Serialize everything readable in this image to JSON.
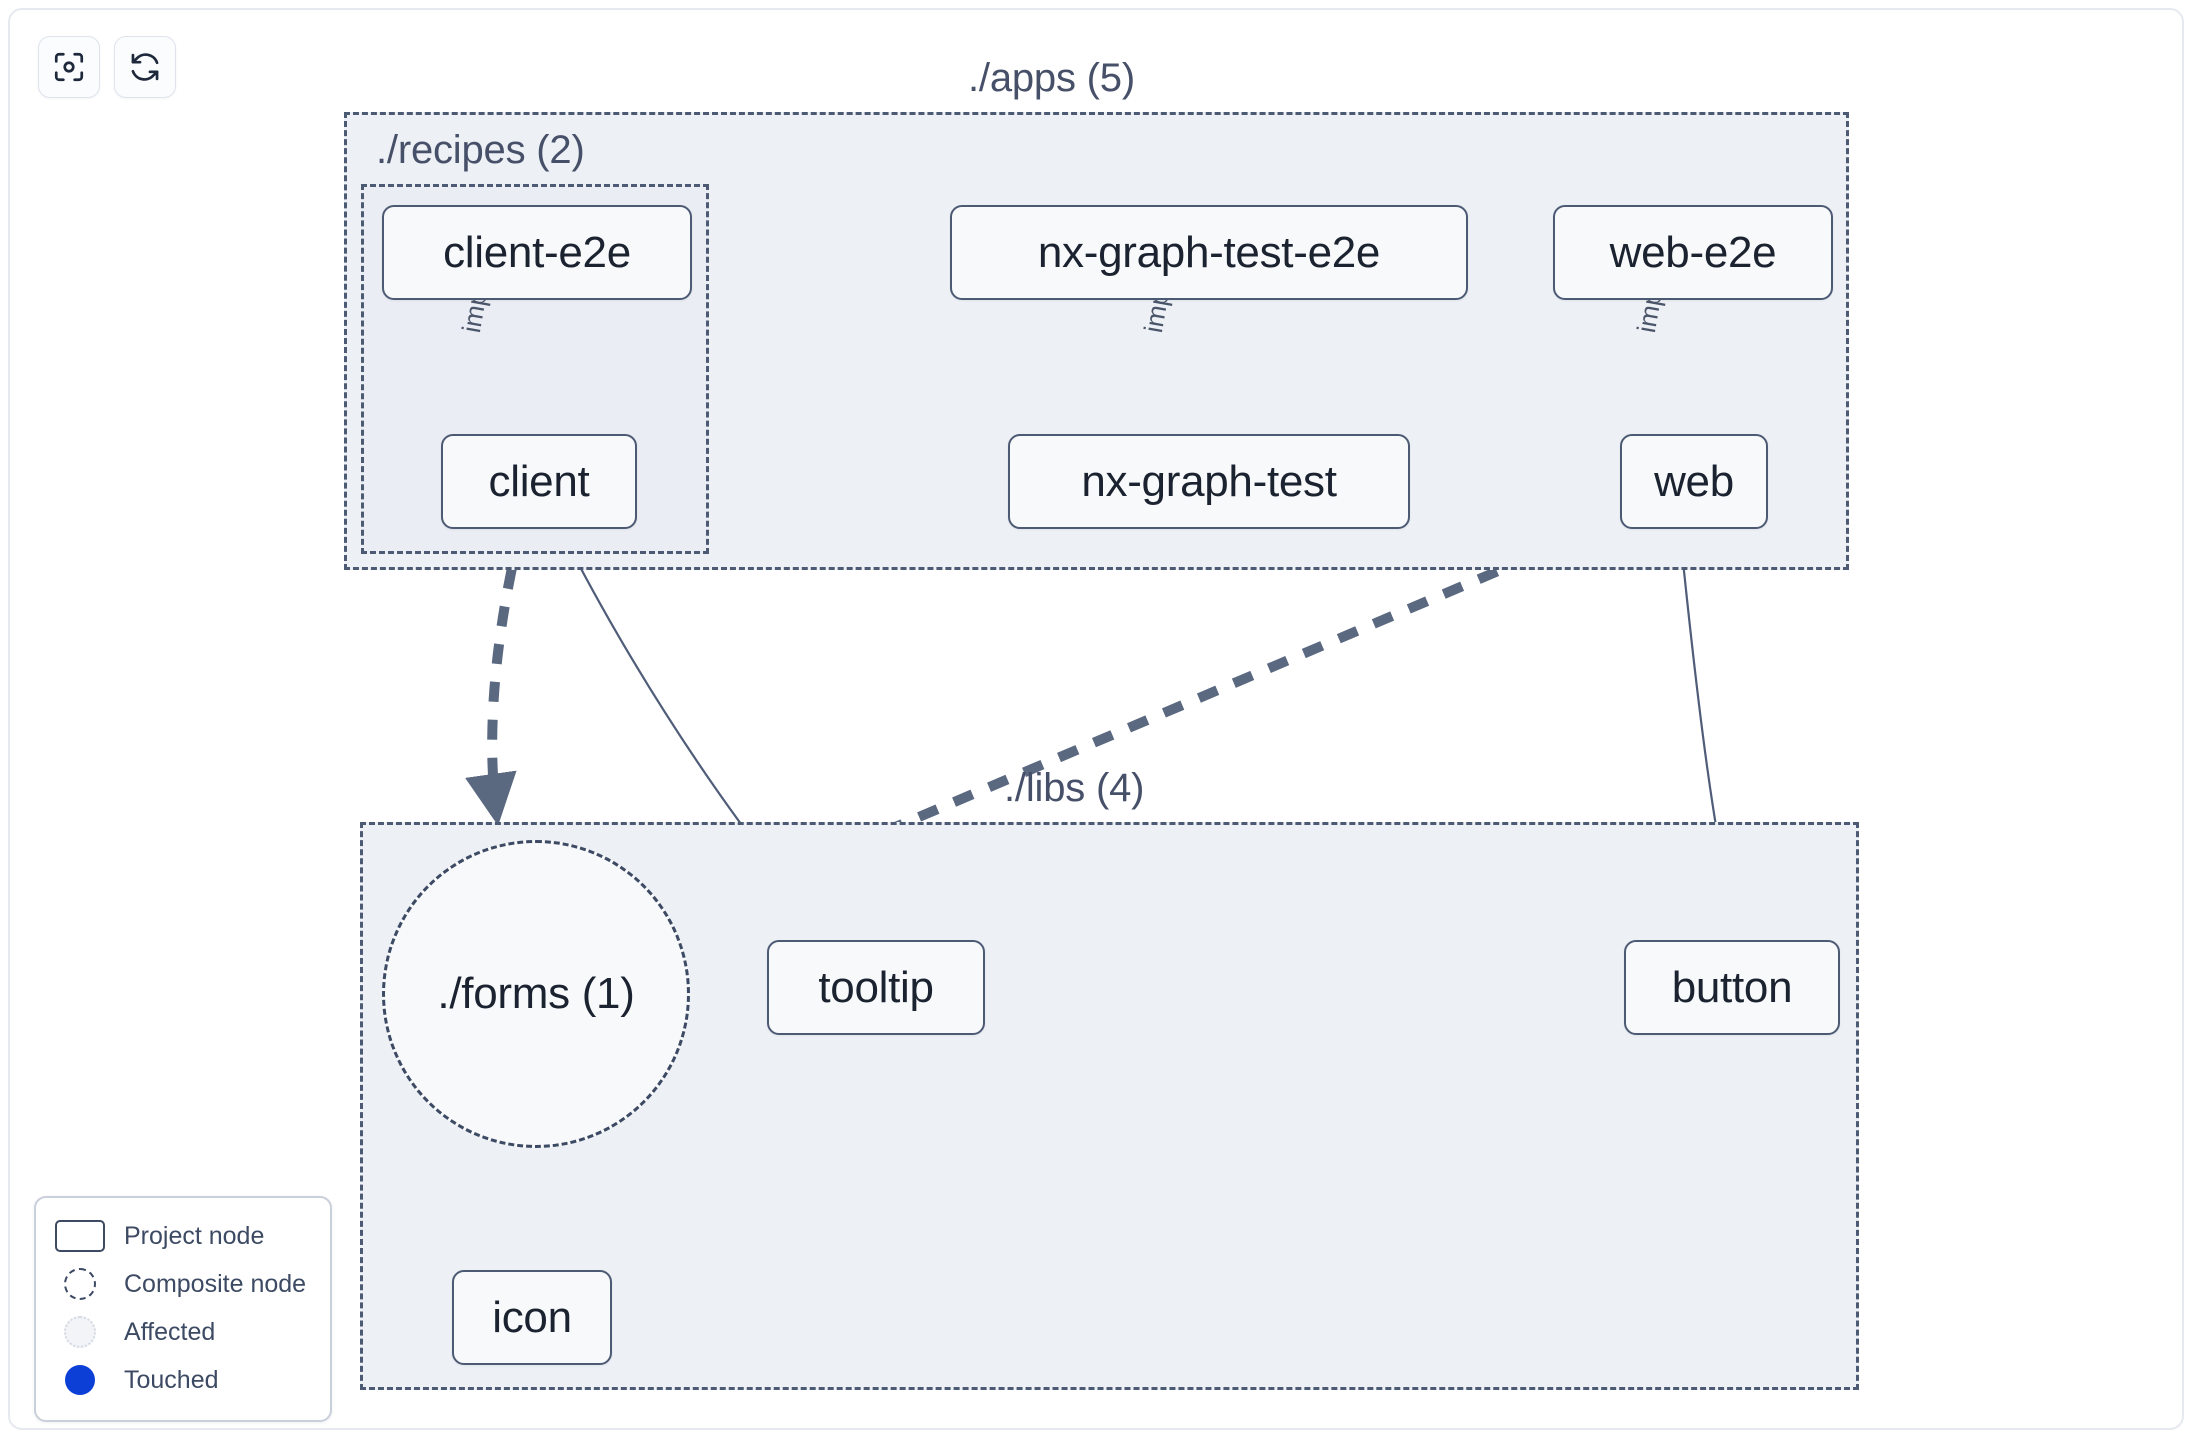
{
  "toolbar": {
    "buttons": [
      {
        "name": "focus-graph-button",
        "icon": "focus-target-icon",
        "title": "Focus graph"
      },
      {
        "name": "refresh-graph-button",
        "icon": "refresh-icon",
        "title": "Refresh graph"
      }
    ]
  },
  "graph": {
    "groups": [
      {
        "id": "apps",
        "label": "./apps (5)",
        "count": 5
      },
      {
        "id": "recipes",
        "label": "./recipes (2)",
        "count": 2
      },
      {
        "id": "libs",
        "label": "./libs (4)",
        "count": 4
      }
    ],
    "composites": [
      {
        "id": "forms",
        "label": "./forms (1)",
        "count": 1
      }
    ],
    "nodes": [
      {
        "id": "client-e2e",
        "label": "client-e2e",
        "group": "recipes"
      },
      {
        "id": "nx-graph-test-e2e",
        "label": "nx-graph-test-e2e",
        "group": "apps"
      },
      {
        "id": "web-e2e",
        "label": "web-e2e",
        "group": "apps"
      },
      {
        "id": "client",
        "label": "client",
        "group": "recipes"
      },
      {
        "id": "nx-graph-test",
        "label": "nx-graph-test",
        "group": "apps"
      },
      {
        "id": "web",
        "label": "web",
        "group": "apps"
      },
      {
        "id": "tooltip",
        "label": "tooltip",
        "group": "libs"
      },
      {
        "id": "button",
        "label": "button",
        "group": "libs"
      },
      {
        "id": "icon",
        "label": "icon",
        "group": "libs"
      }
    ],
    "edges": [
      {
        "from": "client-e2e",
        "to": "client",
        "label": "implicit",
        "style": "solid"
      },
      {
        "from": "nx-graph-test-e2e",
        "to": "nx-graph-test",
        "label": "implicit",
        "style": "solid"
      },
      {
        "from": "web-e2e",
        "to": "web",
        "label": "implicit",
        "style": "solid"
      },
      {
        "from": "client",
        "to": "forms",
        "label": "",
        "style": "dashed"
      },
      {
        "from": "client",
        "to": "tooltip",
        "label": "",
        "style": "solid"
      },
      {
        "from": "web",
        "to": "forms",
        "label": "",
        "style": "dashed"
      },
      {
        "from": "web",
        "to": "button",
        "label": "",
        "style": "solid"
      },
      {
        "from": "forms",
        "to": "icon",
        "label": "",
        "style": "dashed"
      }
    ]
  },
  "legend": {
    "items": [
      {
        "swatch": "project-node-swatch",
        "label": "Project node"
      },
      {
        "swatch": "composite-node-swatch",
        "label": "Composite node"
      },
      {
        "swatch": "affected-swatch",
        "label": "Affected"
      },
      {
        "swatch": "touched-swatch",
        "label": "Touched"
      }
    ]
  },
  "colors": {
    "group_fill": "#edf0f5",
    "group_border": "#4c5a73",
    "node_fill": "#f8f9fb",
    "node_border": "#4c5a73",
    "node_text": "#1b2230",
    "edge": "#4f5d78",
    "touched": "#0b3fd6",
    "panel_border": "#e6e9ef"
  }
}
